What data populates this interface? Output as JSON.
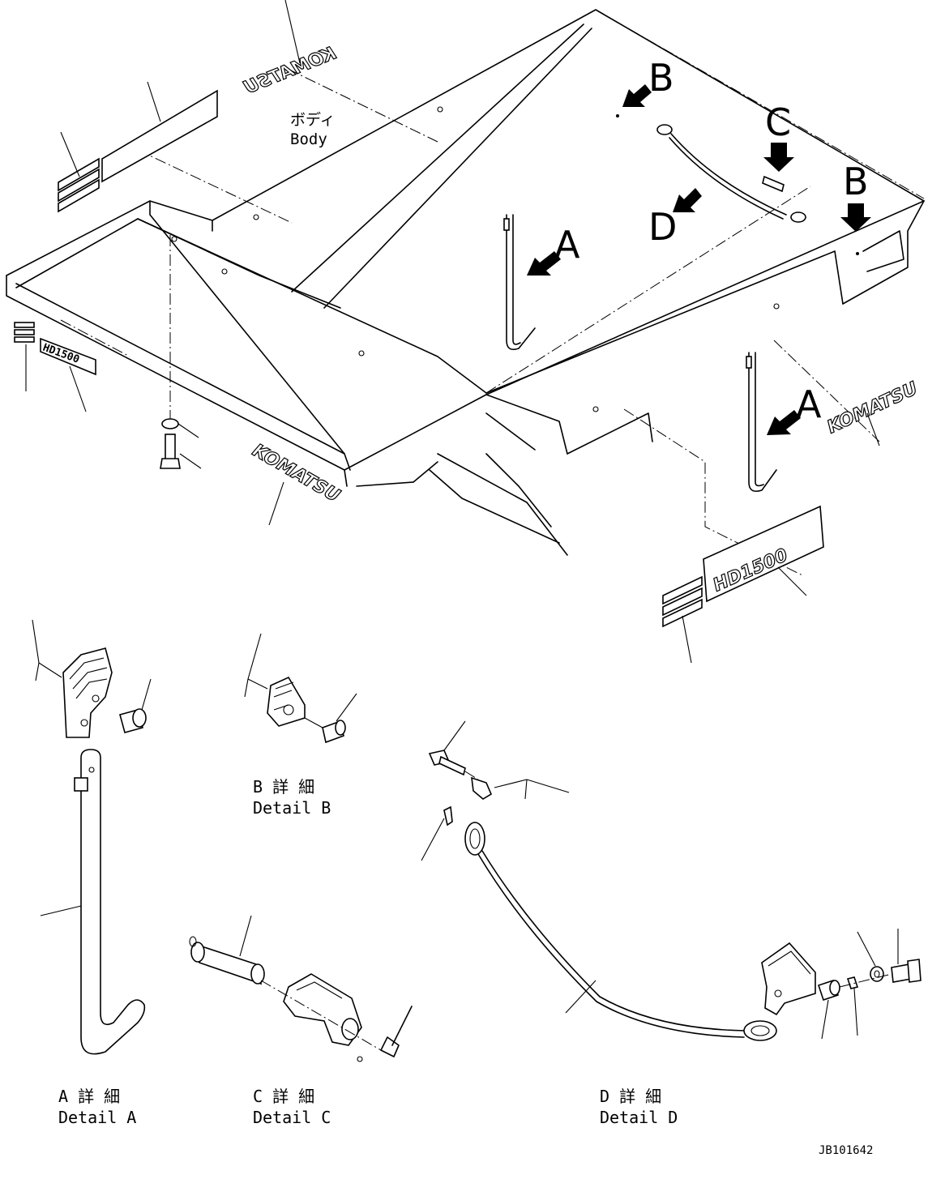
{
  "body_label": {
    "jp": "ボディ",
    "en": "Body"
  },
  "view_arrows": {
    "a": "A",
    "b": "B",
    "c": "C",
    "d": "D"
  },
  "decals": {
    "brand": "KOMATSU",
    "model": "HD1500"
  },
  "details": {
    "a": {
      "jp": "A 詳 細",
      "en": "Detail A"
    },
    "b": {
      "jp": "B 詳 細",
      "en": "Detail B"
    },
    "c": {
      "jp": "C 詳 細",
      "en": "Detail C"
    },
    "d": {
      "jp": "D 詳 細",
      "en": "Detail D"
    }
  },
  "drawing_id": "JB101642"
}
